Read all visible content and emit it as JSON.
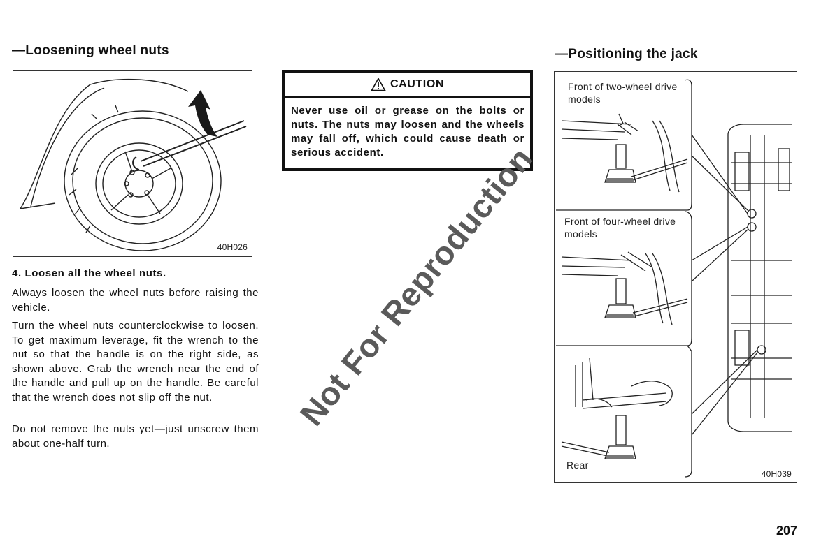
{
  "left_section": {
    "heading": "—Loosening wheel nuts",
    "figure_code": "40H026",
    "step": "4. Loosen all the wheel nuts.",
    "paragraphs": [
      "Always loosen the wheel nuts before raising the vehicle.",
      "Turn the wheel nuts counterclockwise to loosen. To get maximum leverage, fit the wrench to the nut so that the handle is on the right side, as shown above. Grab the wrench near the end of the handle and pull up on the handle. Be careful that the wrench does not slip off the nut.",
      "Do not remove the nuts yet—just unscrew them about one-half turn."
    ]
  },
  "caution": {
    "title": "CAUTION",
    "text": "Never use oil or grease on the bolts or nuts. The nuts may loosen and the wheels may fall off, which could cause death or serious accident."
  },
  "right_section": {
    "heading": "—Positioning the jack",
    "figure_code": "40H039",
    "labels": {
      "front_two_wheel": "Front of two-wheel drive models",
      "front_four_wheel": "Front of four-wheel drive models",
      "rear": "Rear"
    }
  },
  "watermark": "Not For Reproduction",
  "page_number": "207"
}
